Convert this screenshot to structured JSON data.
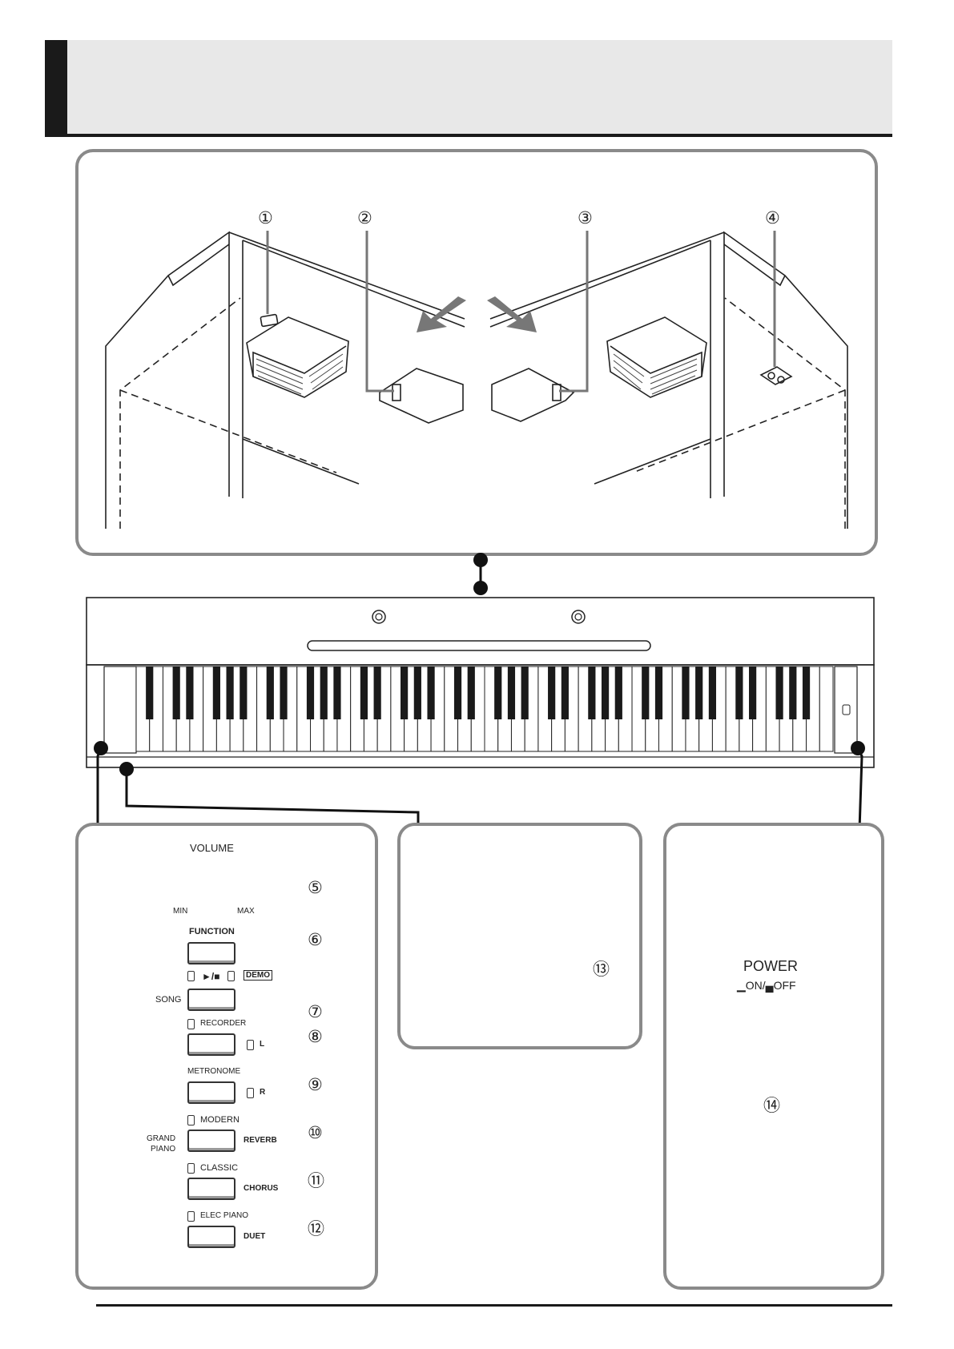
{
  "callouts": {
    "top_view": [
      "①",
      "②",
      "③",
      "④"
    ],
    "volume_knob": "⑤",
    "function_button": "⑥",
    "song_button": "⑦",
    "recorder_button": "⑧",
    "metronome_button": "⑨",
    "modern_button": "⑩",
    "classic_button": "⑪",
    "elec_piano_button": "⑫",
    "headphone_jack_led": "⑬",
    "power_button": "⑭"
  },
  "control_panel": {
    "volume_label": "VOLUME",
    "volume_min": "MIN",
    "volume_max": "MAX",
    "function_label": "FUNCTION",
    "play_stop_label": "►/■",
    "demo_label": "DEMO",
    "song_label": "SONG",
    "recorder_label": "RECORDER",
    "recorder_track": "L",
    "metronome_label": "METRONOME",
    "metronome_track": "R",
    "grand_piano_line1": "GRAND",
    "grand_piano_line2": "PIANO",
    "modern_label": "MODERN",
    "reverb_label": "REVERB",
    "classic_label": "CLASSIC",
    "chorus_label": "CHORUS",
    "elec_piano_label": "ELEC PIANO",
    "duet_label": "DUET"
  },
  "power_panel": {
    "power_label": "POWER",
    "on_off_label": "▁ON/▄OFF"
  },
  "colors": {
    "panel_border": "#8a8a8a",
    "header_bg": "#e8e8e8",
    "header_accent": "#1a1a1a",
    "arrow_gray": "#777777"
  }
}
